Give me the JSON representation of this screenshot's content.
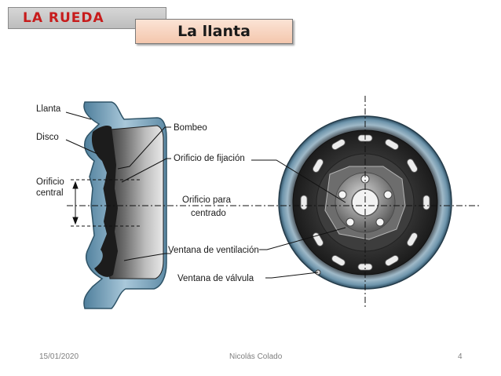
{
  "slide": {
    "section_title": "LA RUEDA",
    "title": "La llanta"
  },
  "diagram": {
    "labels": {
      "llanta": "Llanta",
      "disco": "Disco",
      "orificio_central_1": "Orificio",
      "orificio_central_2": "central",
      "bombeo": "Bombeo",
      "orificio_fijacion": "Orificio de fijación",
      "orificio_centrado_1": "Orificio para",
      "orificio_centrado_2": "centrado",
      "ventana_ventilacion": "Ventana de ventilación",
      "ventana_valvula": "Ventana de válvula"
    }
  },
  "footer": {
    "date": "15/01/2020",
    "author": "Nicolás Colado",
    "page": "4"
  },
  "colors": {
    "title_text": "#c71c1c",
    "subtitle_fill": "#f8d5c0",
    "wheel_blue": "#6f9bb4",
    "wheel_dark": "#1e1e1e"
  }
}
